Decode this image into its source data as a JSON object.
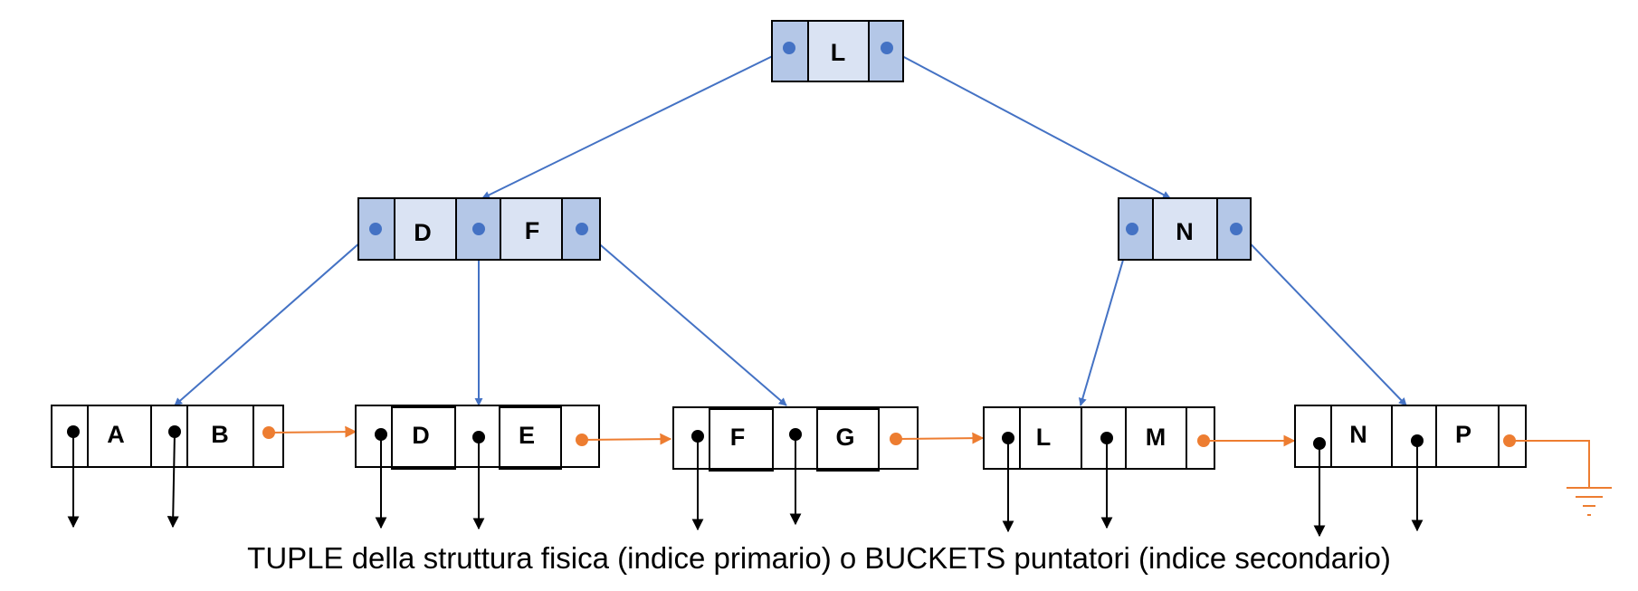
{
  "colors": {
    "internal_fill_key": "#dae3f3",
    "internal_fill_ptr": "#b4c7e7",
    "internal_link": "#4472c4",
    "leaf_fill": "#ffffff",
    "leaf_chain": "#ed7d31",
    "record_pointer": "#000000",
    "stroke": "#000000"
  },
  "tree": {
    "root": {
      "keys": [
        "L"
      ]
    },
    "internal_left": {
      "keys": [
        "D",
        "F"
      ]
    },
    "internal_right": {
      "keys": [
        "N"
      ]
    },
    "leaves": [
      {
        "keys": [
          "A",
          "B"
        ]
      },
      {
        "keys": [
          "D",
          "E"
        ]
      },
      {
        "keys": [
          "F",
          "G"
        ]
      },
      {
        "keys": [
          "L",
          "M"
        ]
      },
      {
        "keys": [
          "N",
          "P"
        ]
      }
    ],
    "last_leaf_terminator": "ground-icon"
  },
  "caption": "TUPLE della struttura fisica (indice primario) o BUCKETS puntatori (indice secondario)"
}
